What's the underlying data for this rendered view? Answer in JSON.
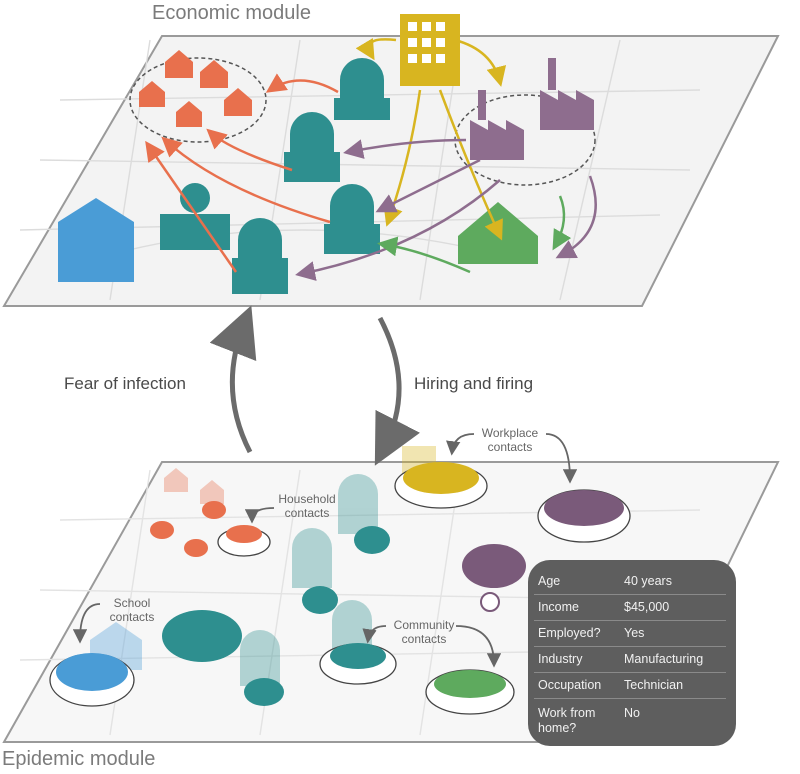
{
  "titles": {
    "economic": "Economic module",
    "epidemic": "Epidemic module"
  },
  "flows": {
    "fear": "Fear of infection",
    "hiring": "Hiring and firing"
  },
  "contacts": {
    "household": "Household contacts",
    "workplace": "Workplace contacts",
    "school": "School contacts",
    "community": "Community contacts"
  },
  "person_card": {
    "rows": [
      {
        "key": "Age",
        "value": "40 years"
      },
      {
        "key": "Income",
        "value": "$45,000"
      },
      {
        "key": "Employed?",
        "value": "Yes"
      },
      {
        "key": "Industry",
        "value": "Manufacturing"
      },
      {
        "key": "Occupation",
        "value": "Technician"
      },
      {
        "key": "Work from home?",
        "value": "No"
      }
    ]
  },
  "colors": {
    "households": "#e8704d",
    "businesses": "#2e8f8f",
    "government": "#d8b520",
    "industry": "#8e6d8e",
    "school": "#4a9cd6",
    "transit": "#5eaa5e",
    "card": "#5e5e5e"
  }
}
